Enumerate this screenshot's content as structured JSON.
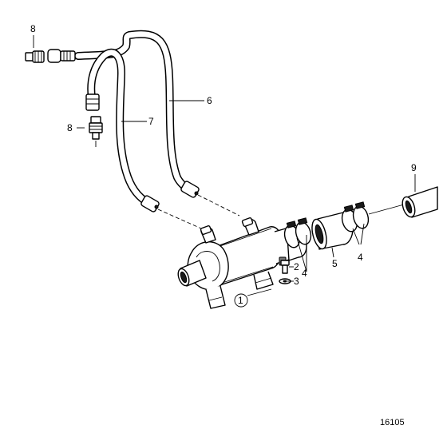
{
  "callouts": {
    "c1": "1",
    "c2": "2",
    "c3": "3",
    "c4a": "4",
    "c4b": "4",
    "c5": "5",
    "c6": "6",
    "c7": "7",
    "c8a": "8",
    "c8b": "8",
    "c9": "9"
  },
  "drawing_number": "16105"
}
